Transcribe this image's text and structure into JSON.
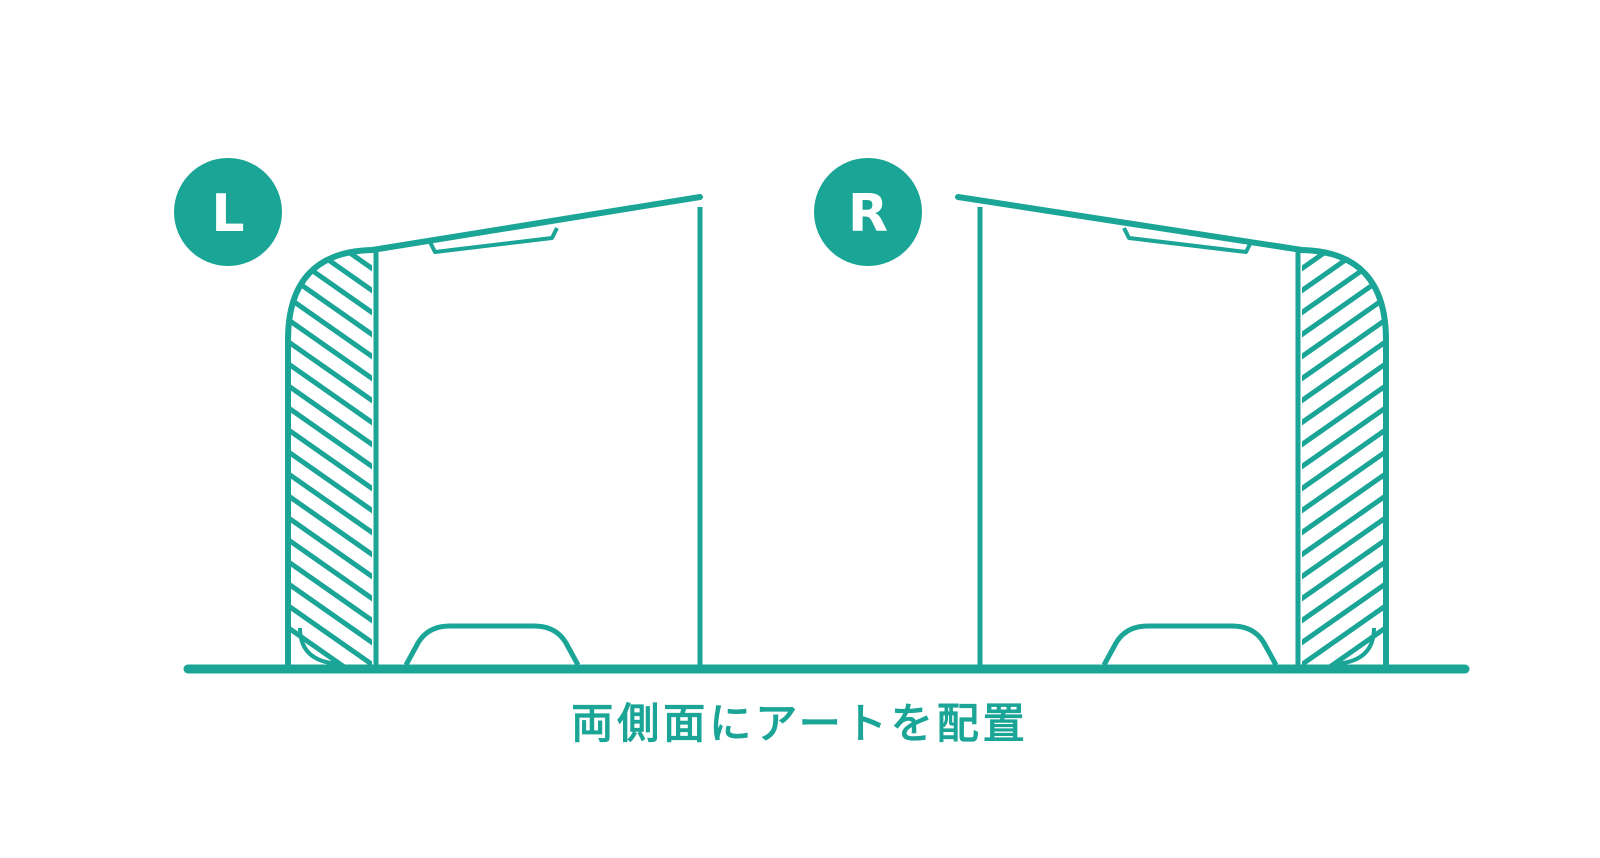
{
  "colors": {
    "accent": "#1aa597",
    "background": "#ffffff"
  },
  "left_badge": {
    "label": "L"
  },
  "right_badge": {
    "label": "R"
  },
  "caption": {
    "text": "両側面にアートを配置"
  }
}
